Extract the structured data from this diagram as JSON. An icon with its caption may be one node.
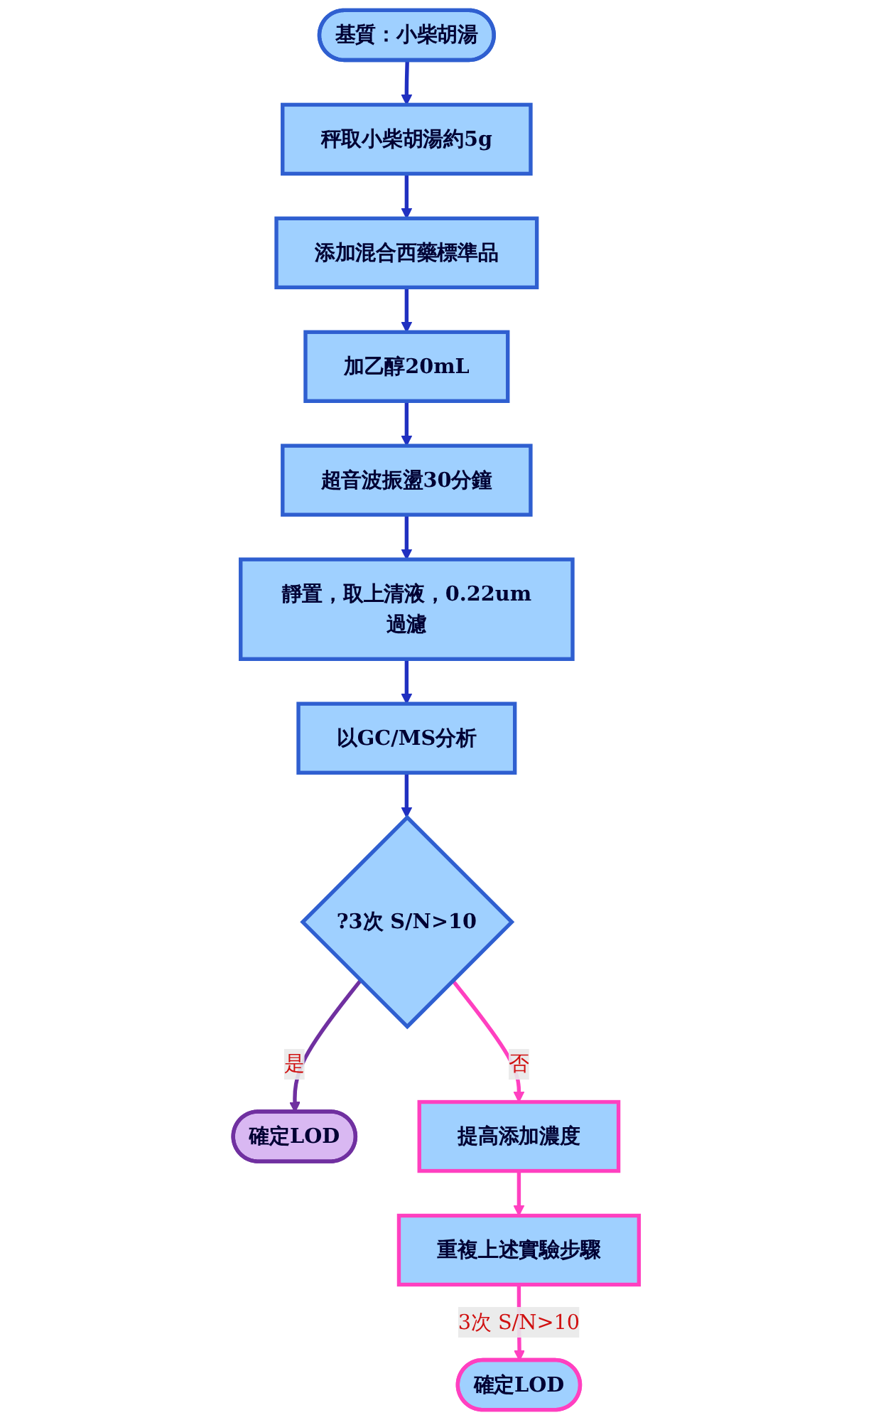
{
  "diagram": {
    "nodes": [
      {
        "text": [
          "基質：小柴胡湯"
        ]
      },
      {
        "text": [
          "秤取小柴胡湯約5g"
        ]
      },
      {
        "text": [
          "添加混合西藥標準品"
        ]
      },
      {
        "text": [
          "加乙醇20mL"
        ]
      },
      {
        "text": [
          "超音波振盪30分鐘"
        ]
      },
      {
        "text": [
          "靜置，取上清液，0.22um過濾"
        ]
      },
      {
        "text": [
          "以GC/MS分析"
        ]
      },
      {
        "text": [
          "?3次 S/N>10"
        ]
      },
      {
        "text": [
          "確定LOD"
        ]
      },
      {
        "text": [
          "提高添加濃度"
        ]
      },
      {
        "text": [
          "重複上述實驗步驟"
        ]
      },
      {
        "text": [
          "確定LOD"
        ]
      }
    ],
    "edges": [
      {
        "from": 0,
        "to": 1,
        "arrow": "to"
      },
      {
        "from": 1,
        "to": 2,
        "arrow": "to"
      },
      {
        "from": 2,
        "to": 3,
        "arrow": "to"
      },
      {
        "from": 3,
        "to": 4,
        "arrow": "to"
      },
      {
        "from": 4,
        "to": 5,
        "arrow": "to"
      },
      {
        "from": 5,
        "to": 6,
        "arrow": "to"
      },
      {
        "from": 6,
        "to": 7,
        "arrow": "to"
      },
      {
        "from": 7,
        "to": 8,
        "arrow": "to",
        "label": "是",
        "color": "#7030a0"
      },
      {
        "from": 7,
        "to": 9,
        "arrow": "to",
        "label": "否",
        "color": "#ff40c0"
      },
      {
        "from": 9,
        "to": 10,
        "arrow": "to",
        "color": "#ff40c0"
      },
      {
        "from": 10,
        "to": 11,
        "arrow": "to",
        "label": "3次 S/N>10",
        "color": "#ff40c0"
      }
    ]
  }
}
